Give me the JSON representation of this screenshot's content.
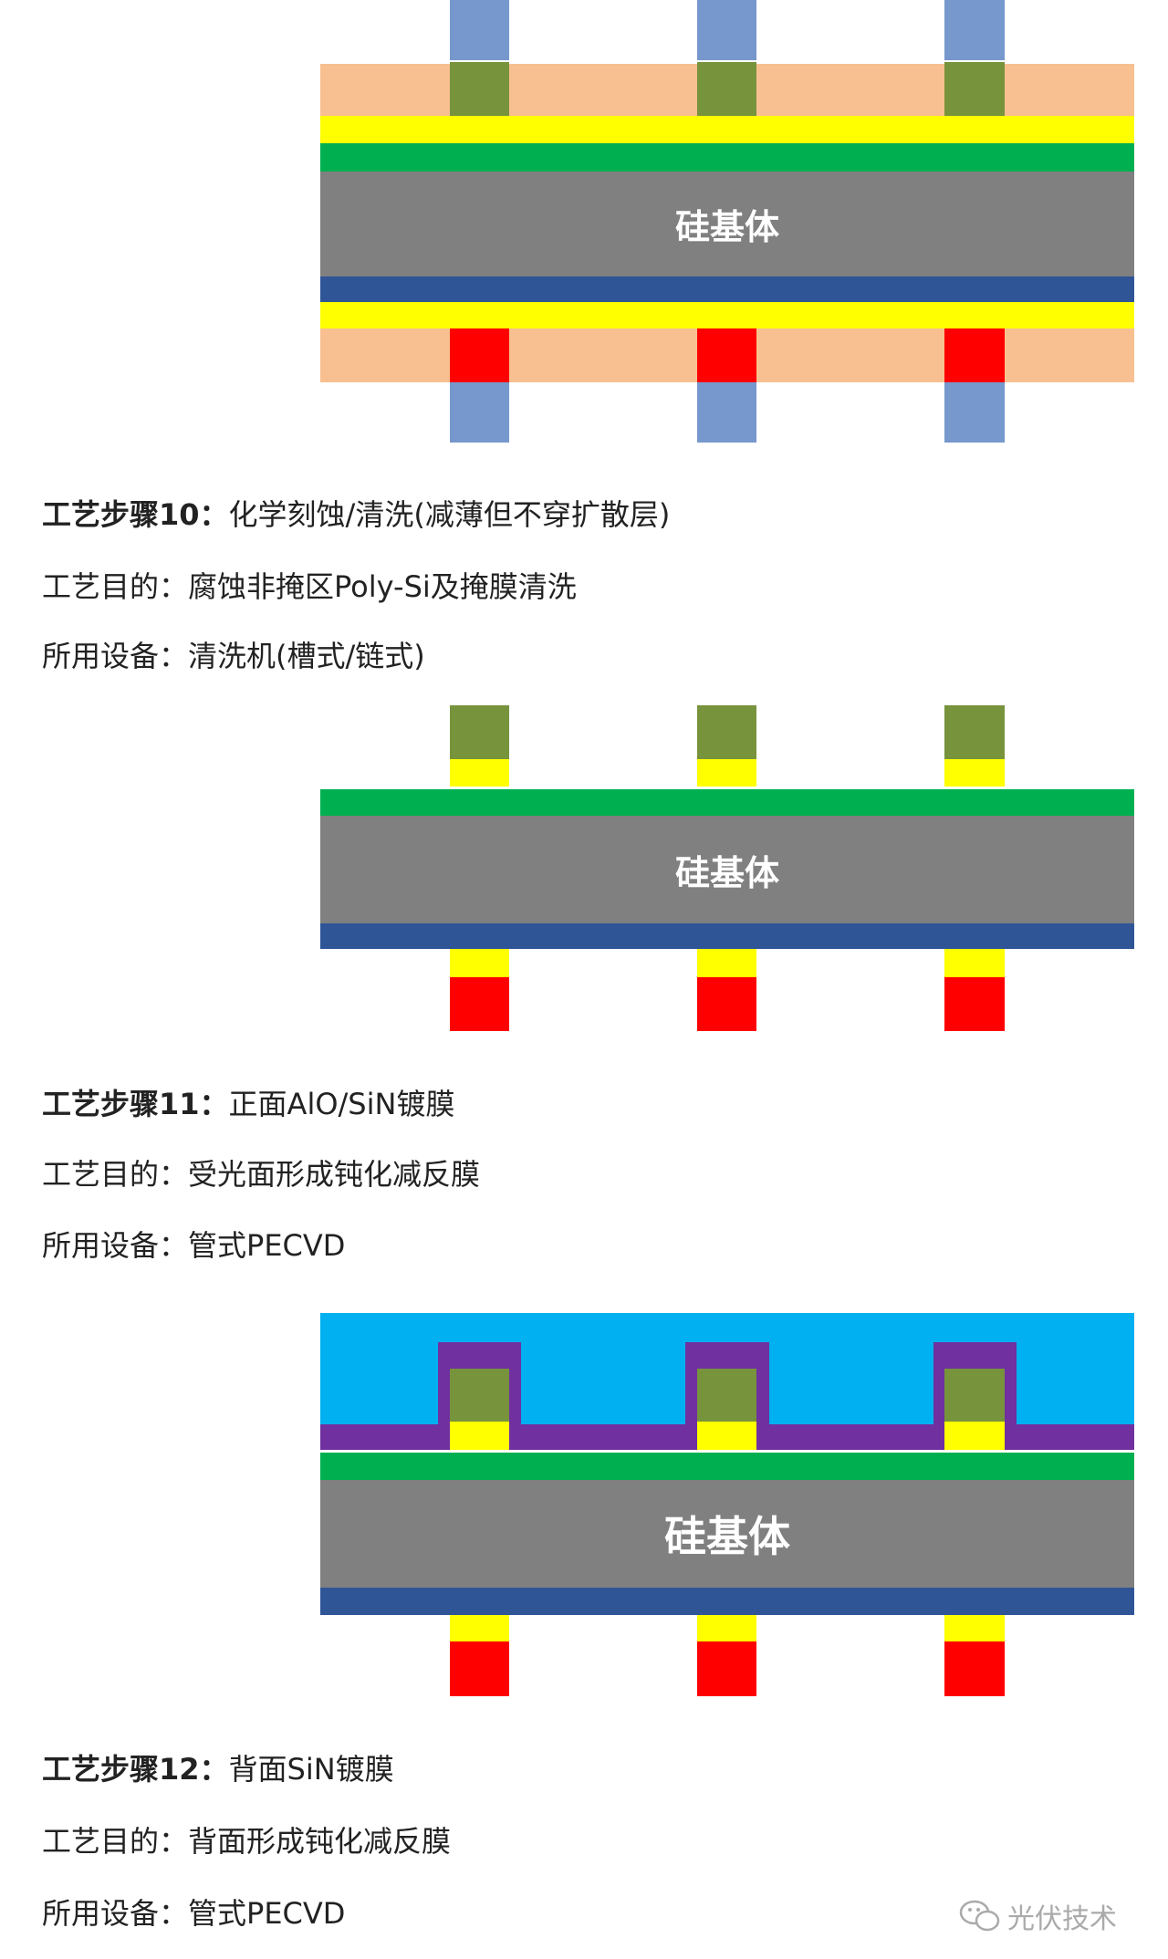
{
  "diagrams": [
    {
      "substrate_label": "硅基体"
    },
    {
      "substrate_label": "硅基体"
    },
    {
      "substrate_label": "硅基体"
    }
  ],
  "steps": [
    {
      "step_label": "工艺步骤10：",
      "step_value": "化学刻蚀/清洗(减薄但不穿扩散层)",
      "purpose_label": "工艺目的：",
      "purpose_value": "腐蚀非掩区Poly-Si及掩膜清洗",
      "equipment_label": "所用设备：",
      "equipment_value": "清洗机(槽式/链式)"
    },
    {
      "step_label": "工艺步骤11：",
      "step_value": "正面AlO/SiN镀膜",
      "purpose_label": "工艺目的：",
      "purpose_value": "受光面形成钝化减反膜",
      "equipment_label": "所用设备：",
      "equipment_value": "管式PECVD"
    },
    {
      "step_label": "工艺步骤12：",
      "step_value": "背面SiN镀膜",
      "purpose_label": "工艺目的：",
      "purpose_value": "背面形成钝化减反膜",
      "equipment_label": "所用设备：",
      "equipment_value": "管式PECVD"
    }
  ],
  "watermark": {
    "text": "光伏技术",
    "icon": "wechat-icon"
  }
}
